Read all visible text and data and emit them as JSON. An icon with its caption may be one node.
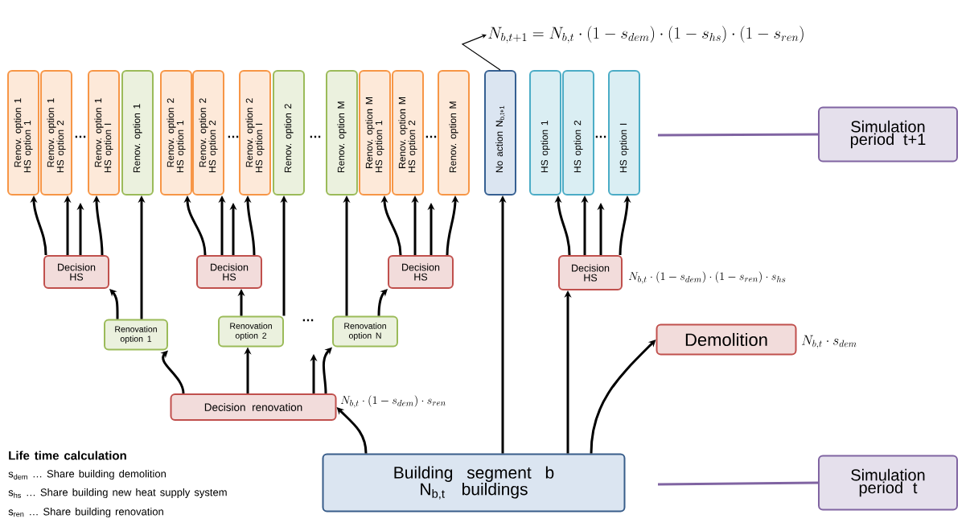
{
  "diagram": {
    "nodes": [
      {
        "text": [
          "Renov. option 1 HS option 1"
        ]
      },
      {
        "text": [
          "Renov. option 1 HS option 2"
        ]
      },
      {
        "text": [
          "Renov. option 1 HS option I"
        ]
      },
      {
        "text": [
          "Renov. option 1"
        ]
      },
      {
        "text": [
          "Renov. option 2 HS option 1"
        ]
      },
      {
        "text": [
          "Renov. option 2 HS option 2"
        ]
      },
      {
        "text": [
          "Renov. option 2 HS option I"
        ]
      },
      {
        "text": [
          "Renov. option 2"
        ]
      },
      {
        "text": [
          "Renov. option M"
        ]
      },
      {
        "text": [
          "Renov. option M HS option 1"
        ]
      },
      {
        "text": [
          "Renov. option M HS option 2"
        ]
      },
      {
        "text": [
          "Renov. option M"
        ]
      },
      {
        "text": [
          "No action N$_{b,t+1}$"
        ]
      },
      {
        "text": [
          "HS option 1"
        ]
      },
      {
        "text": [
          "HS option 2"
        ]
      },
      {
        "text": [
          "HS option I"
        ]
      },
      {
        "text": [
          "Simulation period t+1"
        ]
      },
      {
        "text": [
          "Decision HS"
        ]
      },
      {
        "text": [
          "Decision HS"
        ]
      },
      {
        "text": [
          "Decision HS"
        ]
      },
      {
        "text": [
          "Decision HS"
        ],
        "beside": [
          "N_{b,t} \\cdot \\left(1 - s_{dem}\\right) \\cdot \\left(1 - s_{ren}\\right) \\cdot s_{hs}"
        ]
      },
      {
        "text": [
          "Renovation option 1"
        ]
      },
      {
        "text": [
          "Renovation option 2"
        ]
      },
      {
        "text": [
          "Renovation option N"
        ]
      },
      {
        "text": [
          "Decision renovation"
        ],
        "beside": [
          "N_{b,t} \\cdot \\left(1 - s_{dem}\\right) \\cdot s_{ren}"
        ]
      },
      {
        "text": [
          "Demolition"
        ],
        "beside": [
          "N_{b,t} \\cdot s_{dem}"
        ]
      },
      {
        "text": [
          "Building segment b",
          "N$_{b,t}$ buildings"
        ]
      },
      {
        "text": [
          "Simulation period t"
        ]
      },
      {
        "text": [
          "N_{b,t+1} = N_{b,t} \\cdot \\left(1 - s_{dem}\\right) \\cdot \\left(1 - s_{hs}\\right) \\cdot \\left(1 - s_{ren}\\right)"
        ]
      }
    ],
    "edges": [
      {
        "from": 17,
        "to": 0,
        "arrow": "to"
      },
      {
        "from": 17,
        "to": 1,
        "arrow": "to"
      },
      {
        "from": 17,
        "to": null,
        "arrow": "to"
      },
      {
        "from": 17,
        "to": 2,
        "arrow": "to"
      },
      {
        "from": 21,
        "to": 17,
        "arrow": "to"
      },
      {
        "from": 21,
        "to": 3,
        "arrow": "to"
      },
      {
        "from": 18,
        "to": 4,
        "arrow": "to"
      },
      {
        "from": 18,
        "to": 5,
        "arrow": "to"
      },
      {
        "from": 18,
        "to": null,
        "arrow": "to"
      },
      {
        "from": 18,
        "to": 6,
        "arrow": "to"
      },
      {
        "from": 22,
        "to": 18,
        "arrow": "to"
      },
      {
        "from": 22,
        "to": 7,
        "arrow": "to"
      },
      {
        "from": 23,
        "to": 8,
        "arrow": "to"
      },
      {
        "from": 23,
        "to": 19,
        "arrow": "to"
      },
      {
        "from": 19,
        "to": 9,
        "arrow": "to"
      },
      {
        "from": 19,
        "to": 10,
        "arrow": "to"
      },
      {
        "from": 19,
        "to": null,
        "arrow": "to"
      },
      {
        "from": 19,
        "to": 11,
        "arrow": "to"
      },
      {
        "from": 20,
        "to": 13,
        "arrow": "to"
      },
      {
        "from": 20,
        "to": 14,
        "arrow": "to"
      },
      {
        "from": 20,
        "to": null,
        "arrow": "to"
      },
      {
        "from": 20,
        "to": 15,
        "arrow": "to"
      },
      {
        "from": 24,
        "to": 21,
        "arrow": "to"
      },
      {
        "from": 24,
        "to": 22,
        "arrow": "to"
      },
      {
        "from": 24,
        "to": null,
        "arrow": "to"
      },
      {
        "from": 24,
        "to": 23,
        "arrow": "to"
      },
      {
        "from": 26,
        "to": 24,
        "arrow": "to"
      },
      {
        "from": 26,
        "to": 12,
        "arrow": "to"
      },
      {
        "from": 26,
        "to": 20,
        "arrow": "to"
      },
      {
        "from": 26,
        "to": 25,
        "arrow": "to"
      },
      {
        "from": 12,
        "to": 28,
        "arrow": "to"
      },
      {
        "from": null,
        "to": 16,
        "arrow": "none",
        "color": "#8064a2"
      },
      {
        "from": null,
        "to": 27,
        "arrow": "none",
        "color": "#8064a2"
      }
    ],
    "labels": [
      "…",
      "…",
      "…",
      "…",
      "…",
      "…",
      "Life time calculation",
      "s$_{dem}$ … Share building demolition",
      "s$_{hs}$ … Share building new heat supply system",
      "s$_{ren}$ … Share building renovation"
    ]
  }
}
